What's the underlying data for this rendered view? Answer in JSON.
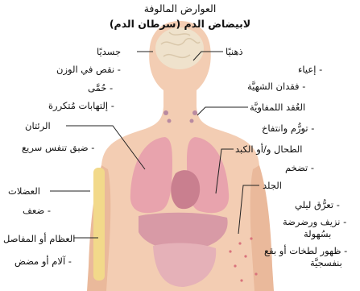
{
  "title": {
    "line1": "العوارض المالوفة",
    "line2": "لابيضاض الدم (سرطان الدم)"
  },
  "labels": {
    "mental_heading": "ذهنيًا",
    "mental_fatigue": "- إعياء",
    "mental_appetite": "- فقدان الشهيَّة",
    "physical_heading": "جسديًا",
    "physical_weight": "- نقص في الوزن",
    "physical_fever": "- حُمَّى",
    "physical_infections": "- إلتهابات مُتكررة",
    "lymph_heading": "العُقد اللمفاويَّة",
    "lymph_swelling": "- تورُّم وانتفاخ",
    "lungs_heading": "الرئتان",
    "lungs_breath": "- ضيق تنفس سريع",
    "spleen_heading": "الطحال و/أو الكبد",
    "spleen_enlarge": "- تضخم",
    "skin_heading": "الجلد",
    "skin_sweat": "- تعرُّق ليلي",
    "skin_bleed_1": "- نزيف ورضرضة",
    "skin_bleed_2": "بسُهولة",
    "skin_spots_1": "- ظهور لطخات أو بقع",
    "skin_spots_2": "بنفسجيَّة",
    "muscles_heading": "العضلات",
    "muscles_weak": "- ضعف",
    "bones_heading": "العظام أو المفاصل",
    "bones_pain": "- آلام أو مضض"
  },
  "colors": {
    "skin": "#f3cdb3",
    "skin_shadow": "#eab99b",
    "brain": "#efe2cc",
    "lungs": "#e8a3ad",
    "heart": "#c97f8f",
    "spleen": "#d89aa6",
    "bone": "#f2d98a",
    "spot": "#d9727c",
    "node": "#b98aa0"
  }
}
